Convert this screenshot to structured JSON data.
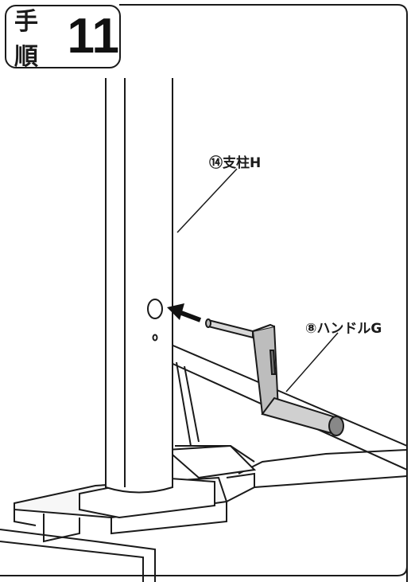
{
  "step": {
    "word": "手順",
    "number": "11"
  },
  "parts": [
    {
      "id": "pole",
      "label": "⑭支柱H"
    },
    {
      "id": "handle",
      "label": "⑧ハンドルG"
    }
  ]
}
